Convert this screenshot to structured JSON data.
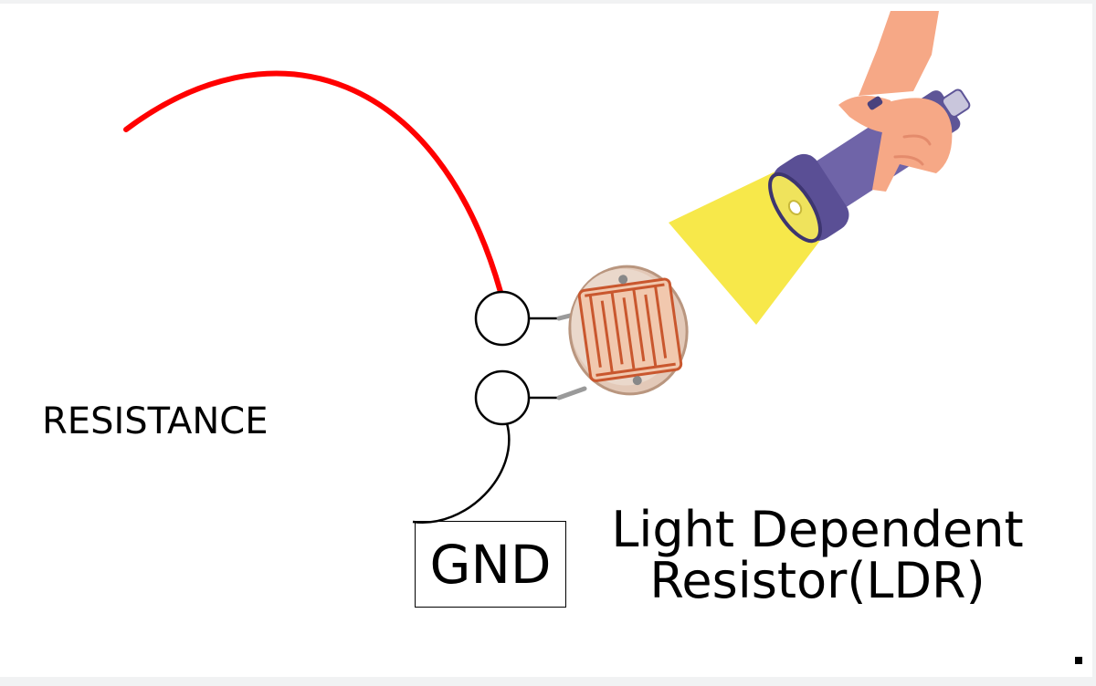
{
  "diagram": {
    "side_label": "RESISTANCE",
    "ground_label": "GND",
    "title_line1": "Light Dependent",
    "title_line2": "Resistor(LDR)"
  },
  "colors": {
    "wire_positive": "#ff0000",
    "wire_ground": "#000000",
    "light_beam": "#f7e84a",
    "flashlight_body": "#6f64a8",
    "skin": "#f6a886",
    "ldr_track": "#c9572e",
    "ldr_body": "#e8d5c8"
  },
  "icons": {
    "component": "ldr-photoresistor-icon",
    "light_source": "flashlight-in-hand-icon"
  }
}
